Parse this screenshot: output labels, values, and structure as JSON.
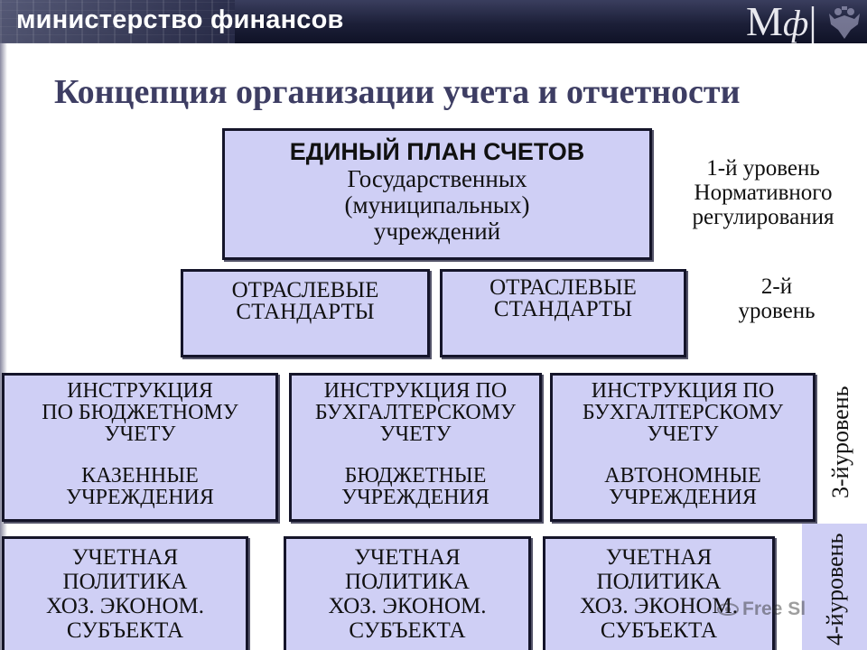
{
  "header": {
    "ministry_title": "министерство финансов",
    "logo_letters": {
      "m": "М",
      "phi": "ф",
      "bar": "|"
    }
  },
  "slide": {
    "title": "Концепция организации учета и отчетности"
  },
  "level1": {
    "box_lines": [
      "ЕДИНЫЙ ПЛАН СЧЕТОВ",
      "Государственных",
      "(муниципальных)",
      "учреждений"
    ],
    "label_lines": [
      "1-й уровень",
      "Нормативного",
      "регулирования"
    ]
  },
  "level2": {
    "boxes": [
      {
        "lines": [
          "ОТРАСЛЕВЫЕ",
          "СТАНДАРТЫ"
        ]
      },
      {
        "lines": [
          "ОТРАСЛЕВЫЕ",
          "СТАНДАРТЫ"
        ]
      }
    ],
    "label_lines": [
      "2-й",
      "уровень"
    ]
  },
  "level3": {
    "boxes": [
      {
        "lines": [
          "ИНСТРУКЦИЯ",
          "ПО БЮДЖЕТНОМУ",
          "УЧЕТУ"
        ],
        "sub_lines": [
          "КАЗЕННЫЕ",
          "УЧРЕЖДЕНИЯ"
        ]
      },
      {
        "lines": [
          "ИНСТРУКЦИЯ ПО",
          "БУХГАЛТЕРСКОМУ",
          "УЧЕТУ"
        ],
        "sub_lines": [
          "БЮДЖЕТНЫЕ",
          "УЧРЕЖДЕНИЯ"
        ]
      },
      {
        "lines": [
          "ИНСТРУКЦИЯ ПО",
          "БУХГАЛТЕРСКОМУ",
          "УЧЕТУ"
        ],
        "sub_lines": [
          "АВТОНОМНЫЕ",
          "УЧРЕЖДЕНИЯ"
        ]
      }
    ],
    "label_lines": [
      "3-й",
      "уровень"
    ]
  },
  "level4": {
    "boxes": [
      {
        "lines": [
          "УЧЕТНАЯ",
          "ПОЛИТИКА",
          "ХОЗ. ЭКОНОМ.",
          "СУБЪЕКТА"
        ]
      },
      {
        "lines": [
          "УЧЕТНАЯ",
          "ПОЛИТИКА",
          "ХОЗ. ЭКОНОМ.",
          "СУБЪЕКТА"
        ]
      },
      {
        "lines": [
          "УЧЕТНАЯ",
          "ПОЛИТИКА",
          "ХОЗ. ЭКОНОМ.",
          "СУБЪЕКТА"
        ]
      }
    ],
    "label_lines": [
      "4-й",
      "уровень"
    ]
  },
  "watermark": {
    "text": "Free Sl"
  },
  "colors": {
    "box_fill": "#cfcff5",
    "box_border": "#15152a",
    "title": "#3d3d63",
    "header_bg": "#1c1f38"
  },
  "icons": {
    "header_emblem": "double-headed-eagle-icon",
    "watermark_icon": "eye-icon"
  }
}
